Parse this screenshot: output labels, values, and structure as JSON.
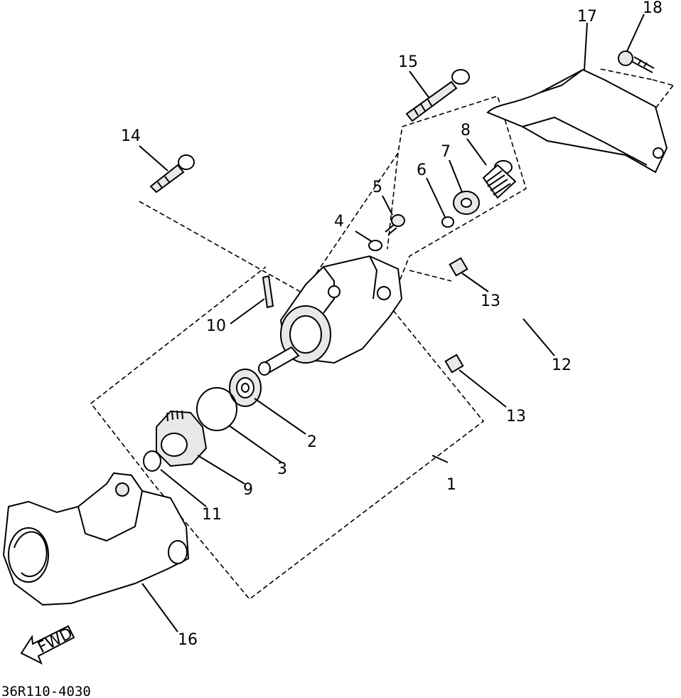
{
  "diagram": {
    "callouts": [
      {
        "id": "c1",
        "text": "1"
      },
      {
        "id": "c2",
        "text": "2"
      },
      {
        "id": "c3",
        "text": "3"
      },
      {
        "id": "c4",
        "text": "4"
      },
      {
        "id": "c5",
        "text": "5"
      },
      {
        "id": "c6",
        "text": "6"
      },
      {
        "id": "c7",
        "text": "7"
      },
      {
        "id": "c8",
        "text": "8"
      },
      {
        "id": "c9",
        "text": "9"
      },
      {
        "id": "c10",
        "text": "10"
      },
      {
        "id": "c11",
        "text": "11"
      },
      {
        "id": "c12",
        "text": "12"
      },
      {
        "id": "c13a",
        "text": "13"
      },
      {
        "id": "c13b",
        "text": "13"
      },
      {
        "id": "c14",
        "text": "14"
      },
      {
        "id": "c15",
        "text": "15"
      },
      {
        "id": "c16",
        "text": "16"
      },
      {
        "id": "c17",
        "text": "17"
      },
      {
        "id": "c18",
        "text": "18"
      }
    ],
    "fwd_label": "FWD",
    "drawing_code": "36R110-4030"
  }
}
